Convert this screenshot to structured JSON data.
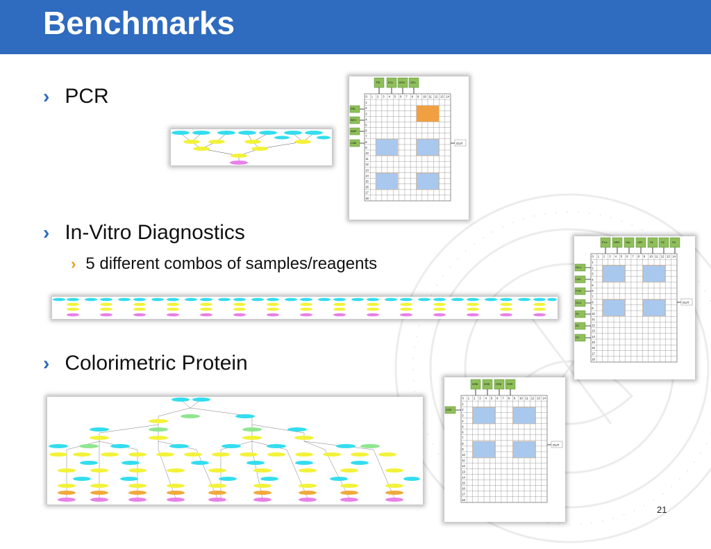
{
  "slide": {
    "title": "Benchmarks",
    "page_number": "21",
    "bullets": [
      {
        "text": "PCR"
      },
      {
        "text": "In-Vitro Diagnostics",
        "sub": "5 different combos of samples/reagents"
      },
      {
        "text": "Colorimetric Protein"
      }
    ]
  },
  "colors": {
    "title_bar": "#2f6bbf",
    "bullet_level1": "#2f6bbf",
    "bullet_level2": "#e5a019",
    "node_cyan": "#33ddee",
    "node_yellow": "#f2f23a",
    "node_pink": "#e880e8",
    "node_green": "#8fe68f",
    "module_green": "#8fbf5a"
  },
  "grids": {
    "pcr": {
      "columns": [
        "0",
        "1",
        "2",
        "3",
        "4",
        "5",
        "6",
        "7",
        "8",
        "9",
        "10",
        "11",
        "12",
        "13",
        "14"
      ],
      "rows": [
        "0",
        "1",
        "2",
        "3",
        "4",
        "5",
        "6",
        "7",
        "8",
        "9",
        "10",
        "11",
        "12",
        "13",
        "14",
        "15",
        "16",
        "17",
        "18"
      ],
      "top_inputs": [
        "TRI",
        "KCL",
        "BOV",
        "GEL"
      ],
      "left_inputs": [
        "PRI",
        "BEO",
        "AMP",
        "LAM"
      ],
      "output": "OUT"
    },
    "ivd": {
      "columns": [
        "0",
        "1",
        "2",
        "3",
        "4",
        "5",
        "6",
        "7",
        "8",
        "9",
        "10",
        "11",
        "12",
        "13",
        "14"
      ],
      "rows": [
        "0",
        "1",
        "2",
        "3",
        "4",
        "5",
        "6",
        "7",
        "8",
        "9",
        "10",
        "11",
        "12",
        "13",
        "14",
        "15",
        "16",
        "17",
        "18"
      ],
      "top_inputs": [
        "PLA",
        "SER",
        "SAL",
        "URI",
        "S1",
        "S2",
        "S3"
      ],
      "left_inputs": [
        "GLU",
        "LAC",
        "PYR",
        "GLU",
        "R1",
        "R2",
        "R3"
      ],
      "output": "OUT"
    },
    "colorimetric": {
      "columns": [
        "0",
        "1",
        "2",
        "3",
        "4",
        "5",
        "6",
        "7",
        "8",
        "9",
        "10",
        "11",
        "12",
        "13",
        "14"
      ],
      "rows": [
        "0",
        "1",
        "2",
        "3",
        "4",
        "5",
        "6",
        "7",
        "8",
        "9",
        "10",
        "11",
        "12",
        "13",
        "14",
        "15",
        "16",
        "17",
        "18"
      ],
      "top_inputs": [
        "DSB",
        "DSB",
        "DSB",
        "DSR"
      ],
      "left_inputs": [
        "DSR"
      ],
      "output": "OUT"
    }
  }
}
